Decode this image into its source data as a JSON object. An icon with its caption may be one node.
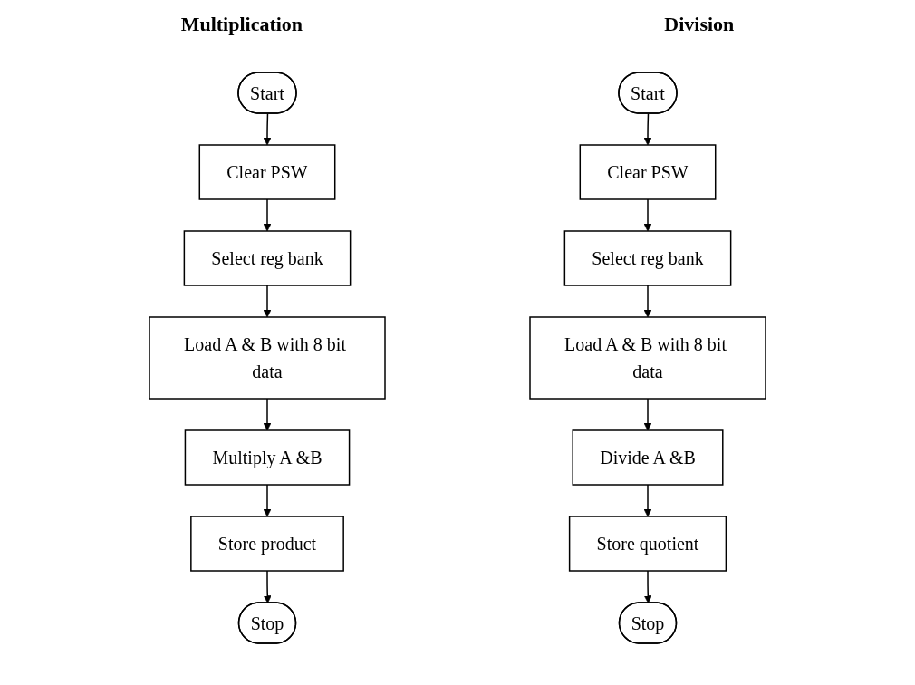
{
  "diagram": {
    "nodes": [
      {
        "text": [
          "Start"
        ]
      },
      {
        "text": [
          "Clear PSW"
        ]
      },
      {
        "text": [
          "Select reg bank"
        ]
      },
      {
        "text": [
          "Load A & B with 8 bit data"
        ]
      },
      {
        "text": [
          "Multiply A &B"
        ]
      },
      {
        "text": [
          "Store product"
        ]
      },
      {
        "text": [
          "Stop"
        ]
      },
      {
        "text": [
          "Start"
        ]
      },
      {
        "text": [
          "Clear PSW"
        ]
      },
      {
        "text": [
          "Select reg bank"
        ]
      },
      {
        "text": [
          "Load A & B with 8 bit data"
        ]
      },
      {
        "text": [
          "Divide A &B"
        ]
      },
      {
        "text": [
          "Store quotient"
        ]
      },
      {
        "text": [
          "Stop"
        ]
      }
    ],
    "edges": [
      {
        "from": 0,
        "to": 1,
        "arrow": "to"
      },
      {
        "from": 1,
        "to": 2,
        "arrow": "to"
      },
      {
        "from": 2,
        "to": 3,
        "arrow": "to"
      },
      {
        "from": 3,
        "to": 4,
        "arrow": "to"
      },
      {
        "from": 4,
        "to": 5,
        "arrow": "to"
      },
      {
        "from": 5,
        "to": 6,
        "arrow": "to"
      },
      {
        "from": 7,
        "to": 8,
        "arrow": "to"
      },
      {
        "from": 8,
        "to": 9,
        "arrow": "to"
      },
      {
        "from": 9,
        "to": 10,
        "arrow": "to"
      },
      {
        "from": 10,
        "to": 11,
        "arrow": "to"
      },
      {
        "from": 11,
        "to": 12,
        "arrow": "to"
      },
      {
        "from": 12,
        "to": 13,
        "arrow": "to"
      }
    ],
    "labels": [
      "Multiplication",
      "Division"
    ]
  }
}
